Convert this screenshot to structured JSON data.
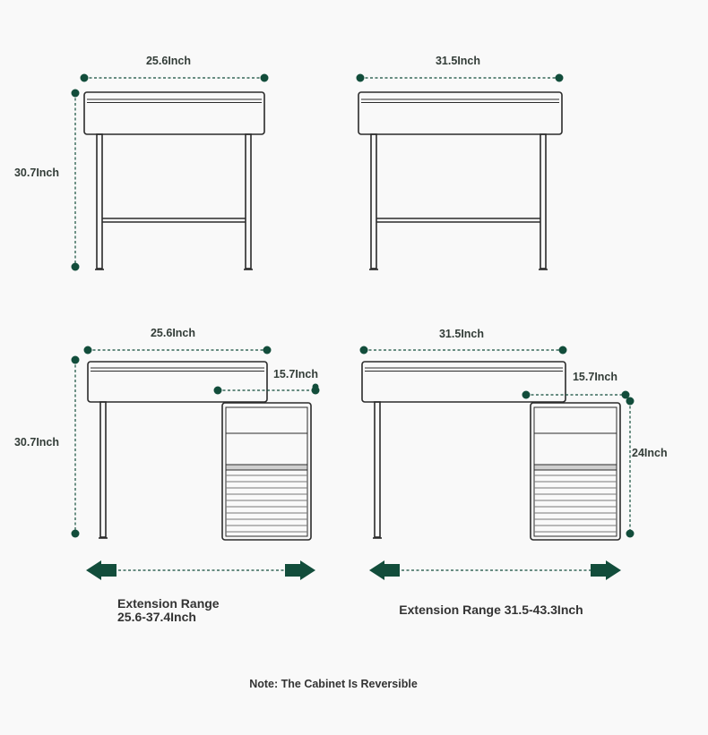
{
  "colors": {
    "accent": "#124d3b",
    "line": "#2b2b2b",
    "background": "#f9f9f9",
    "text": "#333333"
  },
  "diagrams": {
    "desk_small": {
      "width_label": "25.6Inch",
      "height_label": "30.7Inch"
    },
    "desk_large": {
      "width_label": "31.5Inch"
    },
    "combo_small": {
      "width_label": "25.6Inch",
      "height_label": "30.7Inch",
      "cabinet_depth_label": "15.7Inch",
      "caption_line1": "Extension Range",
      "caption_line2": "25.6-37.4Inch"
    },
    "combo_large": {
      "width_label": "31.5Inch",
      "cabinet_depth_label": "15.7Inch",
      "cabinet_height_label": "24Inch",
      "caption": "Extension Range 31.5-43.3Inch"
    }
  },
  "note": "Note: The Cabinet Is Reversible",
  "icons": {
    "dimension_marker": "dot-marker-icon",
    "extension_left": "arrow-left-icon",
    "extension_right": "arrow-right-icon"
  }
}
